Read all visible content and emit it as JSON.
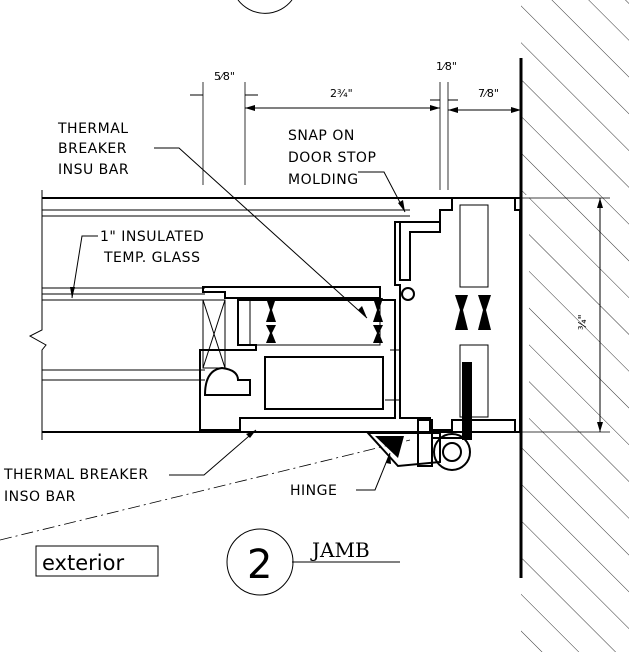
{
  "dimensions": {
    "five_eighths": "5⁄8\"",
    "two_three_quarter": "2¾\"",
    "one_eighth": "1⁄8\"",
    "seven_eighths": "7⁄8\"",
    "three_quarter": "¾\""
  },
  "labels": {
    "thermal_breaker_top": [
      "THERMAL",
      "BREAKER",
      "INSU BAR"
    ],
    "snap_on": [
      "SNAP ON",
      "DOOR STOP",
      "MOLDING"
    ],
    "insulated_glass": [
      "1\" INSULATED",
      "TEMP. GLASS"
    ],
    "thermal_breaker_bottom": [
      "THERMAL BREAKER",
      "INSO BAR"
    ],
    "hinge": "HINGE",
    "exterior": "exterior"
  },
  "detail": {
    "number": "2",
    "title": "JAMB"
  }
}
